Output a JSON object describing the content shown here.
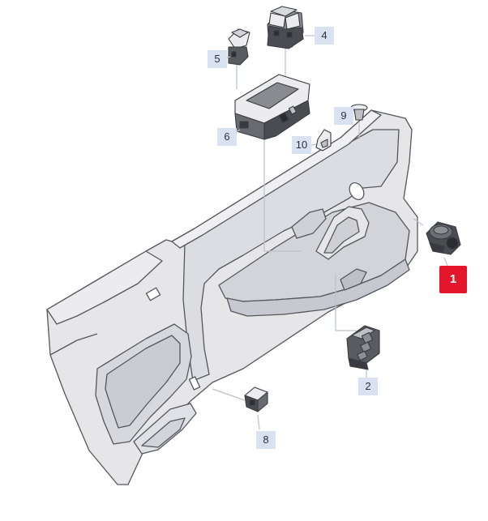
{
  "callouts": [
    {
      "id": "c1",
      "label": "1",
      "highlight": true
    },
    {
      "id": "c2",
      "label": "2"
    },
    {
      "id": "c4",
      "label": "4"
    },
    {
      "id": "c5",
      "label": "5"
    },
    {
      "id": "c6",
      "label": "6"
    },
    {
      "id": "c8",
      "label": "8"
    },
    {
      "id": "c9",
      "label": "9"
    },
    {
      "id": "c10",
      "label": "10"
    }
  ],
  "colors": {
    "panel_fill": "#e6e6e9",
    "panel_shade": "#cfd0d6",
    "outline": "#55565c",
    "part_dark": "#3a3b40",
    "callout_bg": "#d8e2f0",
    "highlight": "#e3162b",
    "leader": "#b9c2cc"
  }
}
